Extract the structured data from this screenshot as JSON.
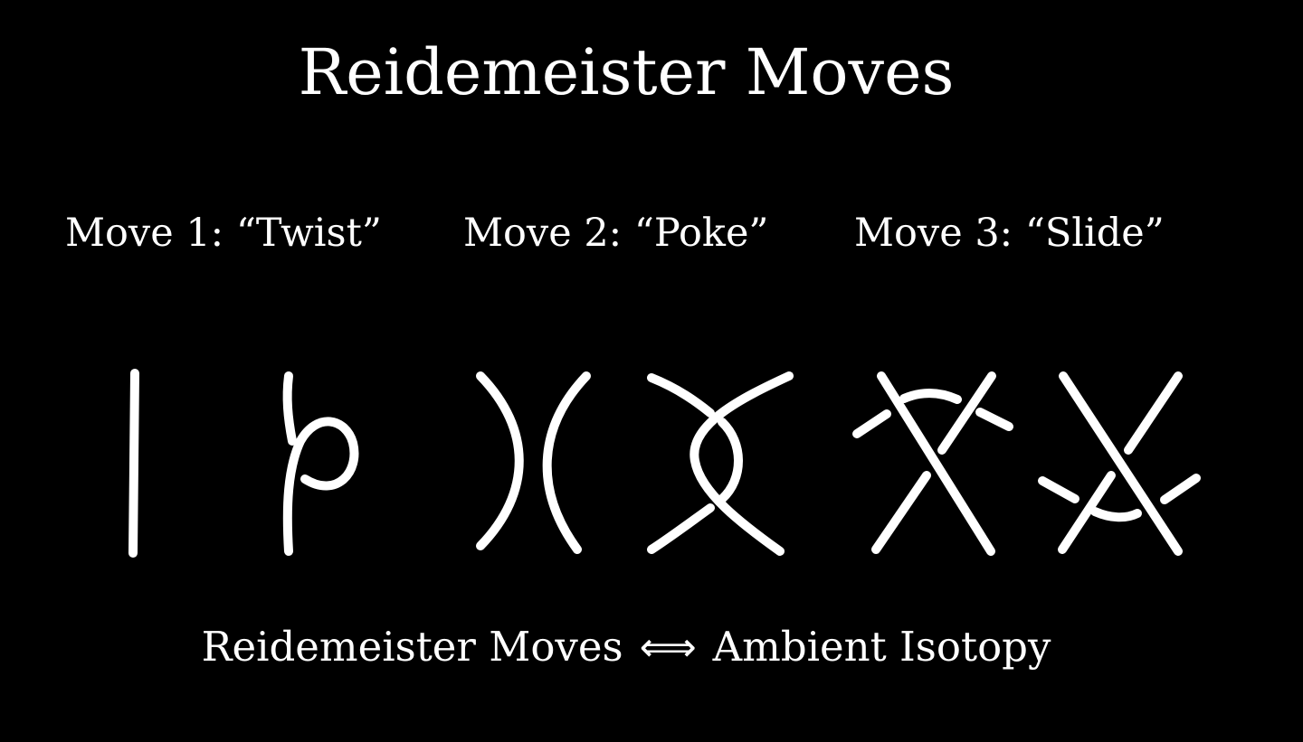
{
  "title": "Reidemeister Moves",
  "moves": [
    {
      "label": "Move 1: “Twist”"
    },
    {
      "label": "Move 2: “Poke”"
    },
    {
      "label": "Move 3: “Slide”"
    }
  ],
  "footer": {
    "left": "Reidemeister Moves",
    "arrow": "⟺",
    "right": "Ambient Isotopy"
  },
  "colors": {
    "background": "#000000",
    "foreground": "#ffffff"
  }
}
